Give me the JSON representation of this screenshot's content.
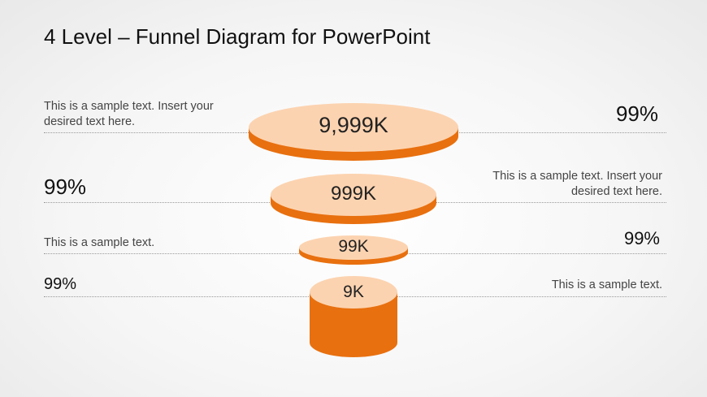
{
  "title": "4 Level – Funnel Diagram for PowerPoint",
  "levels": [
    {
      "value": "9,999K",
      "left_text": "This is a sample text. Insert your desired text here.",
      "right_text": "99%"
    },
    {
      "value": "999K",
      "left_text": "99%",
      "right_text": "This is a sample text. Insert your desired text here."
    },
    {
      "value": "99K",
      "left_text": "This is a sample text.",
      "right_text": "99%"
    },
    {
      "value": "9K",
      "left_text": "99%",
      "right_text": "This is a sample text."
    }
  ],
  "colors": {
    "face": "#fcd3b0",
    "side": "#e8700f"
  }
}
